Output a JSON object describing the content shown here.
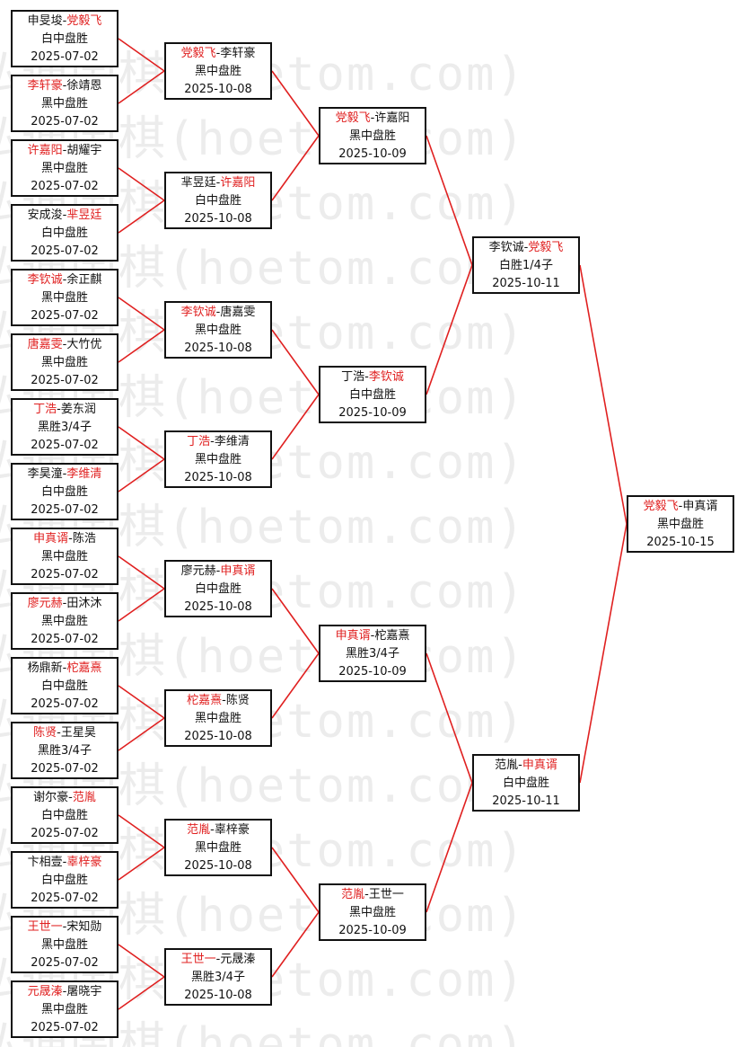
{
  "watermark": "弘通围棋(hoetom.com)",
  "accent_color": "#e02020",
  "rounds": [
    [
      {
        "p1": "申旻埈",
        "p2": "党毅飞",
        "winner": 2,
        "result": "白中盘胜",
        "date": "2025-07-02"
      },
      {
        "p1": "李轩豪",
        "p2": "徐靖恩",
        "winner": 1,
        "result": "黑中盘胜",
        "date": "2025-07-02"
      },
      {
        "p1": "许嘉阳",
        "p2": "胡耀宇",
        "winner": 1,
        "result": "黑中盘胜",
        "date": "2025-07-02"
      },
      {
        "p1": "安成浚",
        "p2": "芈昱廷",
        "winner": 2,
        "result": "白中盘胜",
        "date": "2025-07-02"
      },
      {
        "p1": "李钦诚",
        "p2": "余正麒",
        "winner": 1,
        "result": "黑中盘胜",
        "date": "2025-07-02"
      },
      {
        "p1": "唐嘉雯",
        "p2": "大竹优",
        "winner": 1,
        "result": "黑中盘胜",
        "date": "2025-07-02"
      },
      {
        "p1": "丁浩",
        "p2": "姜东润",
        "winner": 1,
        "result": "黑胜3/4子",
        "date": "2025-07-02"
      },
      {
        "p1": "李昊潼",
        "p2": "李维清",
        "winner": 2,
        "result": "白中盘胜",
        "date": "2025-07-02"
      },
      {
        "p1": "申真谞",
        "p2": "陈浩",
        "winner": 1,
        "result": "黑中盘胜",
        "date": "2025-07-02"
      },
      {
        "p1": "廖元赫",
        "p2": "田沐沐",
        "winner": 1,
        "result": "黑中盘胜",
        "date": "2025-07-02"
      },
      {
        "p1": "杨鼎新",
        "p2": "柁嘉熹",
        "winner": 2,
        "result": "白中盘胜",
        "date": "2025-07-02"
      },
      {
        "p1": "陈贤",
        "p2": "王星昊",
        "winner": 1,
        "result": "黑胜3/4子",
        "date": "2025-07-02"
      },
      {
        "p1": "谢尔豪",
        "p2": "范胤",
        "winner": 2,
        "result": "白中盘胜",
        "date": "2025-07-02"
      },
      {
        "p1": "卞相壹",
        "p2": "辜梓豪",
        "winner": 2,
        "result": "白中盘胜",
        "date": "2025-07-02"
      },
      {
        "p1": "王世一",
        "p2": "宋知勋",
        "winner": 1,
        "result": "黑中盘胜",
        "date": "2025-07-02"
      },
      {
        "p1": "元晟溱",
        "p2": "屠晓宇",
        "winner": 1,
        "result": "黑中盘胜",
        "date": "2025-07-02"
      }
    ],
    [
      {
        "p1": "党毅飞",
        "p2": "李轩豪",
        "winner": 1,
        "result": "黑中盘胜",
        "date": "2025-10-08"
      },
      {
        "p1": "芈昱廷",
        "p2": "许嘉阳",
        "winner": 2,
        "result": "白中盘胜",
        "date": "2025-10-08"
      },
      {
        "p1": "李钦诚",
        "p2": "唐嘉雯",
        "winner": 1,
        "result": "黑中盘胜",
        "date": "2025-10-08"
      },
      {
        "p1": "丁浩",
        "p2": "李维清",
        "winner": 1,
        "result": "黑中盘胜",
        "date": "2025-10-08"
      },
      {
        "p1": "廖元赫",
        "p2": "申真谞",
        "winner": 2,
        "result": "白中盘胜",
        "date": "2025-10-08"
      },
      {
        "p1": "柁嘉熹",
        "p2": "陈贤",
        "winner": 1,
        "result": "黑中盘胜",
        "date": "2025-10-08"
      },
      {
        "p1": "范胤",
        "p2": "辜梓豪",
        "winner": 1,
        "result": "黑中盘胜",
        "date": "2025-10-08"
      },
      {
        "p1": "王世一",
        "p2": "元晟溱",
        "winner": 1,
        "result": "黑胜3/4子",
        "date": "2025-10-08"
      }
    ],
    [
      {
        "p1": "党毅飞",
        "p2": "许嘉阳",
        "winner": 1,
        "result": "黑中盘胜",
        "date": "2025-10-09"
      },
      {
        "p1": "丁浩",
        "p2": "李钦诚",
        "winner": 2,
        "result": "白中盘胜",
        "date": "2025-10-09"
      },
      {
        "p1": "申真谞",
        "p2": "柁嘉熹",
        "winner": 1,
        "result": "黑胜3/4子",
        "date": "2025-10-09"
      },
      {
        "p1": "范胤",
        "p2": "王世一",
        "winner": 1,
        "result": "黑中盘胜",
        "date": "2025-10-09"
      }
    ],
    [
      {
        "p1": "李钦诚",
        "p2": "党毅飞",
        "winner": 2,
        "result": "白胜1/4子",
        "date": "2025-10-11"
      },
      {
        "p1": "范胤",
        "p2": "申真谞",
        "winner": 2,
        "result": "白中盘胜",
        "date": "2025-10-11"
      }
    ],
    [
      {
        "p1": "党毅飞",
        "p2": "申真谞",
        "winner": 1,
        "result": "黑中盘胜",
        "date": "2025-10-15"
      }
    ]
  ]
}
